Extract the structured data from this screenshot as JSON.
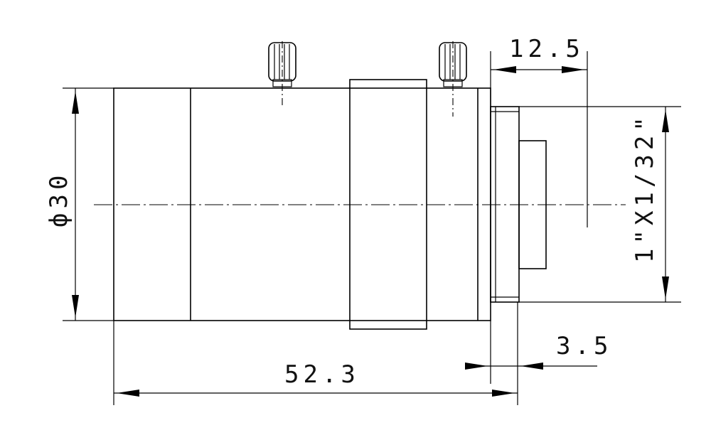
{
  "dimensions": {
    "diameter": "ф30",
    "total_length": "52.3",
    "mount_depth": "12.5",
    "flange_offset": "3.5",
    "thread": "1\"X1/32\""
  }
}
